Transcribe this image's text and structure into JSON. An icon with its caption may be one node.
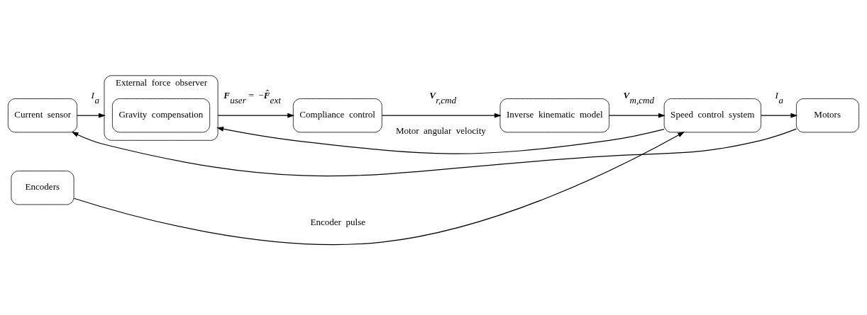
{
  "diagram": {
    "nodes": [
      {
        "text": [
          "Current sensor"
        ]
      },
      {
        "text": [
          "External force observer"
        ]
      },
      {
        "text": [
          "Gravity compensation"
        ],
        "in": 1
      },
      {
        "text": [
          "Compliance control"
        ]
      },
      {
        "text": [
          "Inverse kinematic model"
        ]
      },
      {
        "text": [
          "Speed control system"
        ]
      },
      {
        "text": [
          "Motors"
        ]
      },
      {
        "text": [
          "Encoders"
        ]
      }
    ],
    "edges": [
      {
        "from": 6,
        "to": 0,
        "arrow": "to"
      },
      {
        "from": 0,
        "to": 1,
        "arrow": "to",
        "label": "*I*$_{a}$"
      },
      {
        "from": 1,
        "to": 3,
        "arrow": "to",
        "label": "**F**$_{user}$ = −**F̂**$_{ext}$"
      },
      {
        "from": 3,
        "to": 4,
        "arrow": "to",
        "label": "**V**$_{r,cmd}$"
      },
      {
        "from": 4,
        "to": 5,
        "arrow": "to",
        "label": "**V**$_{m,cmd}$"
      },
      {
        "from": 5,
        "to": 6,
        "arrow": "to",
        "label": "*I*$_{a}$"
      },
      {
        "from": 7,
        "to": 5,
        "arrow": "to",
        "label": "Encoder pulse"
      },
      {
        "from": 5,
        "to": 1,
        "arrow": "to",
        "label": "Motor angular velocity"
      }
    ]
  }
}
